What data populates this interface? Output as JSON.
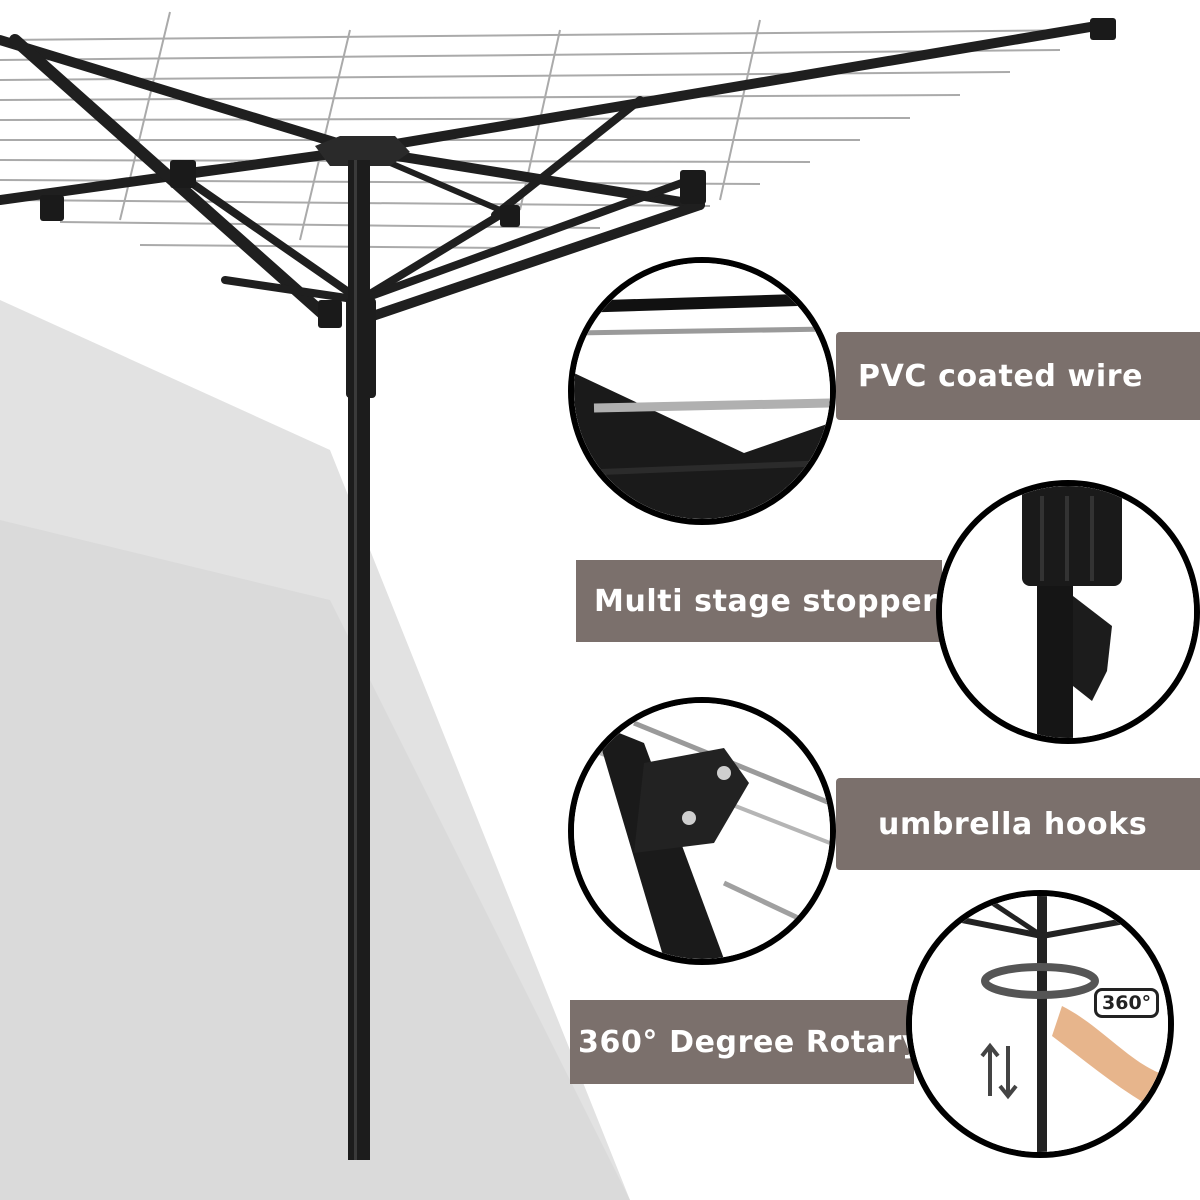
{
  "features": [
    {
      "label": "PVC coated wire",
      "icon": "pvc-coated-wire-closeup"
    },
    {
      "label": "Multi stage stopper",
      "icon": "multi-stage-stopper-closeup"
    },
    {
      "label": "umbrella hooks",
      "icon": "umbrella-hooks-closeup"
    },
    {
      "label": "360° Degree Rotary",
      "icon": "rotary-mechanism-closeup"
    }
  ],
  "rotation_badge": "360°",
  "colors": {
    "band": "#7b706c",
    "frame": "#1a1a1a",
    "wire": "#a9a9a9",
    "floor_shadow": "#d9d9d9",
    "circle_border": "#000000"
  }
}
